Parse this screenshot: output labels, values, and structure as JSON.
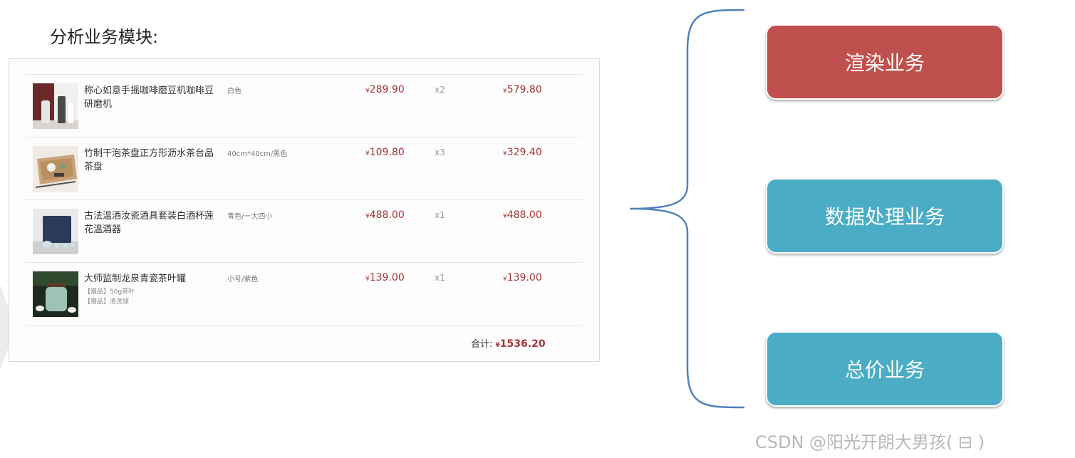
{
  "page": {
    "section_title": "分析业务模块:"
  },
  "cart": {
    "items": [
      {
        "name": "称心如意手摇咖啡磨豆机咖啡豆研磨机",
        "spec": "白色",
        "price": "289.90",
        "qty": "x2",
        "subtotal": "579.80",
        "gifts": [],
        "image": "coffee-grinder-image"
      },
      {
        "name": "竹制干泡茶盘正方形沥水茶台品茶盘",
        "spec": "40cm*40cm/黑色",
        "price": "109.80",
        "qty": "x3",
        "subtotal": "329.40",
        "gifts": [],
        "image": "tea-tray-image"
      },
      {
        "name": "古法温酒汝瓷酒具套装白酒杯莲花温酒器",
        "spec": "青色/一大四小",
        "price": "488.00",
        "qty": "x1",
        "subtotal": "488.00",
        "gifts": [],
        "image": "wine-set-image"
      },
      {
        "name": "大师监制龙泉青瓷茶叶罐",
        "spec": "小号/紫色",
        "price": "139.00",
        "qty": "x1",
        "subtotal": "139.00",
        "gifts": [
          "【赠品】50g茶叶",
          "【赠品】清洗球"
        ],
        "image": "tea-canister-image"
      }
    ],
    "currency_symbol": "¥",
    "total_label": "合计:",
    "total_value": "1536.20"
  },
  "modules": {
    "render": {
      "label": "渲染业务",
      "color": "#c0504d"
    },
    "data": {
      "label": "数据处理业务",
      "color": "#4bacc6"
    },
    "total": {
      "label": "总价业务",
      "color": "#4bacc6"
    }
  },
  "brace_color": "#4f81bd",
  "price_color": "#a43434",
  "watermark": "CSDN @阳光开朗大男孩(    ⊟   )"
}
